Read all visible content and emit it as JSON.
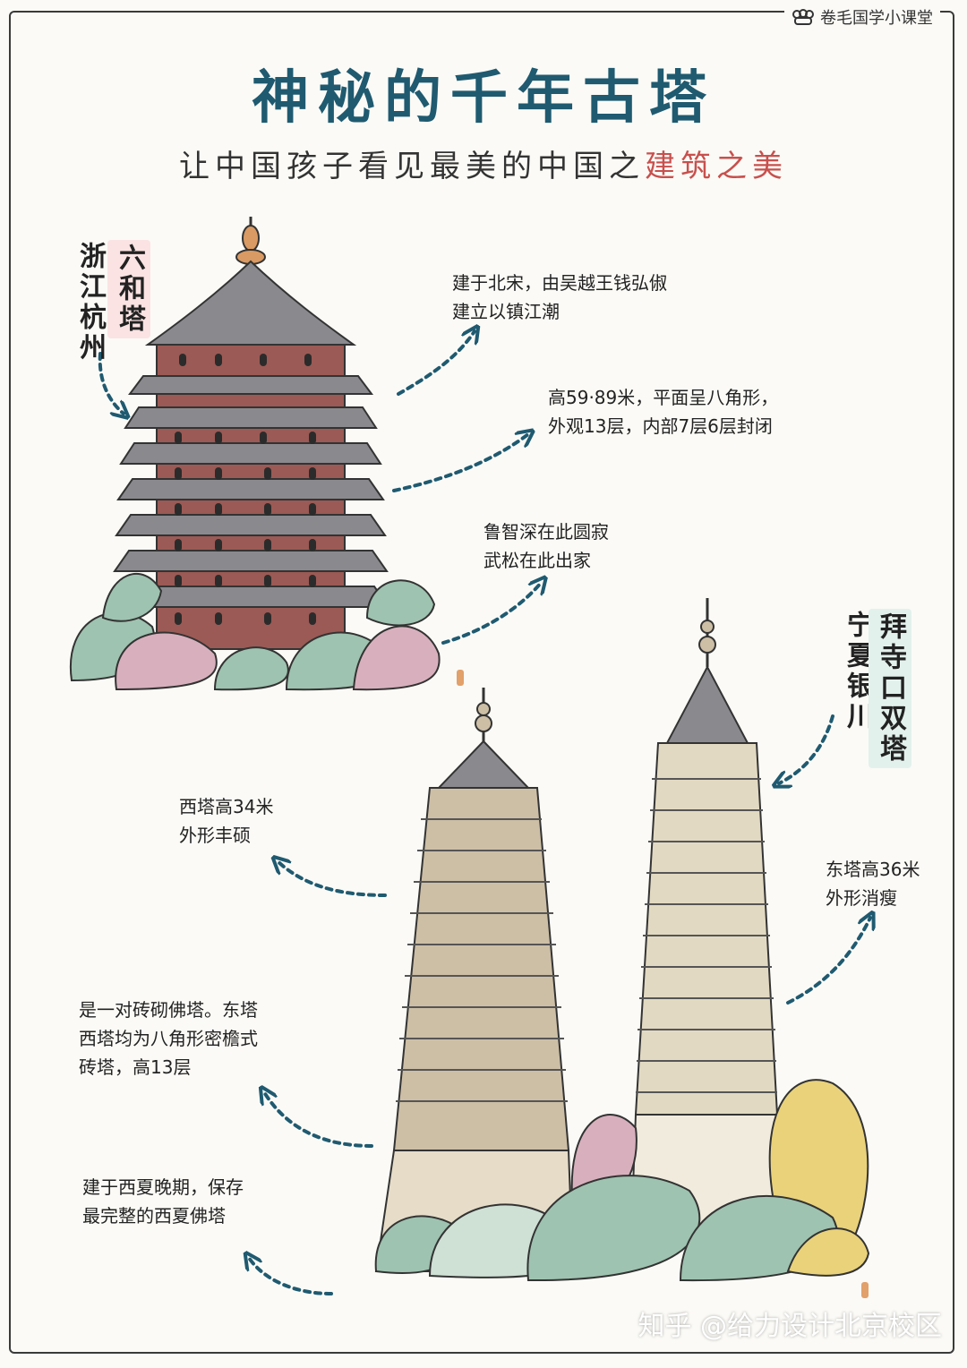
{
  "header": {
    "brand": "卷毛国学小课堂",
    "title": "神秘的千年古塔",
    "subtitle_main": "让中国孩子看见最美的中国之",
    "subtitle_accent": "建筑之美"
  },
  "liuhe": {
    "location": "浙江杭州",
    "name": "六和塔",
    "notes": [
      "建于北宋，由吴越王钱弘俶\n建立以镇江潮",
      "高59·89米，平面呈八角形，\n外观13层，内部7层6层封闭",
      "鲁智深在此圆寂\n武松在此出家"
    ]
  },
  "baisi": {
    "location": "宁夏银川",
    "name": "拜寺口双塔",
    "notes": [
      "西塔高34米\n外形丰硕",
      "东塔高36米\n外形消瘦",
      "是一对砖砌佛塔。东塔\n西塔均为八角形密檐式\n砖塔，高13层",
      "建于西夏晚期，保存\n最完整的西夏佛塔"
    ]
  },
  "watermark": "知乎 @给力设计北京校区",
  "colors": {
    "title": "#1f5a70",
    "accent": "#c8504d",
    "arrow": "#1f5a70",
    "pagoda_red": "#9b5a55",
    "roof_gray": "#8a8a8e",
    "brick_tan": "#cdbfa6",
    "plant_green": "#9ec3b0",
    "plant_pink": "#d8b0bd",
    "plant_yellow": "#e9d27a"
  }
}
